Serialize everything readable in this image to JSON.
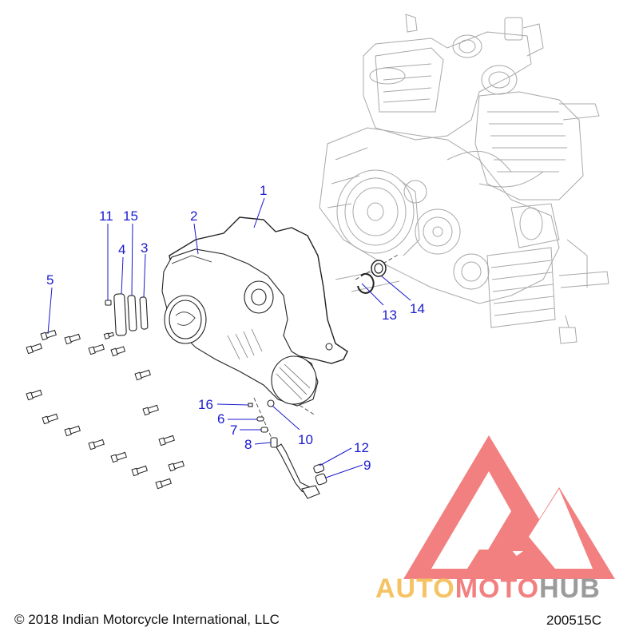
{
  "callouts": {
    "c1": "1",
    "c2": "2",
    "c3": "3",
    "c4": "4",
    "c5": "5",
    "c6": "6",
    "c7": "7",
    "c8": "8",
    "c9": "9",
    "c10": "10",
    "c11": "11",
    "c12": "12",
    "c13": "13",
    "c14": "14",
    "c15": "15",
    "c16": "16"
  },
  "watermark": {
    "word_part1": "AUTO",
    "word_part2": "MOTO",
    "word_part3": "HUB"
  },
  "footer": {
    "copyright": "© 2018 Indian Motorcycle International, LLC",
    "diagram_code": "200515C"
  },
  "colors": {
    "callout": "#1a1ad0",
    "watermark_red": "#f06a6a",
    "watermark_orange": "#f5b94a",
    "watermark_gray": "#8a8a8a"
  }
}
